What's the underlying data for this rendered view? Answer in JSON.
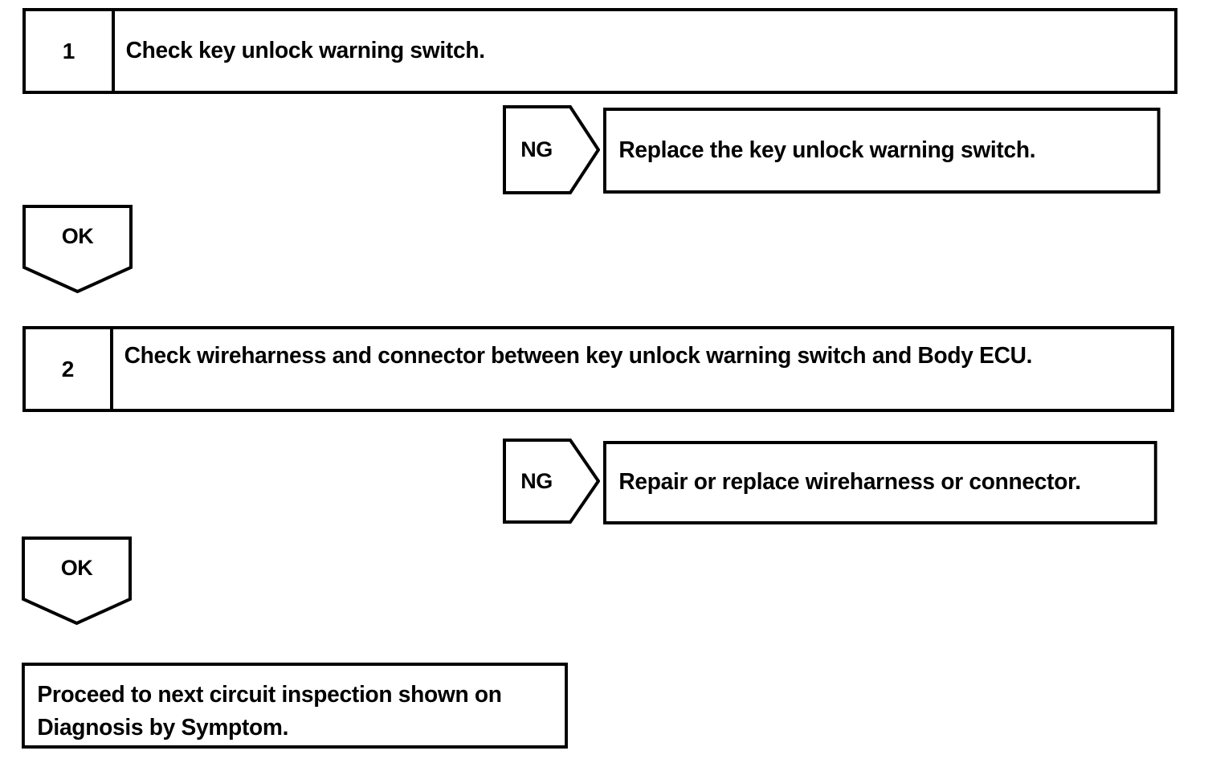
{
  "diagram": {
    "type": "troubleshooting-flowchart",
    "steps": [
      {
        "number": "1",
        "instruction": "Check key unlock warning switch.",
        "ng": {
          "label": "NG",
          "action": "Replace the key unlock warning switch."
        },
        "ok": {
          "label": "OK"
        }
      },
      {
        "number": "2",
        "instruction": "Check wireharness and connector between key unlock warning switch and Body ECU.",
        "ng": {
          "label": "NG",
          "action": "Repair or replace wireharness or connector."
        },
        "ok": {
          "label": "OK"
        }
      }
    ],
    "final": {
      "text": "Proceed to next circuit inspection shown on\nDiagnosis by Symptom."
    },
    "colors": {
      "line": "#000000",
      "text": "#000000",
      "background": "#ffffff"
    }
  }
}
